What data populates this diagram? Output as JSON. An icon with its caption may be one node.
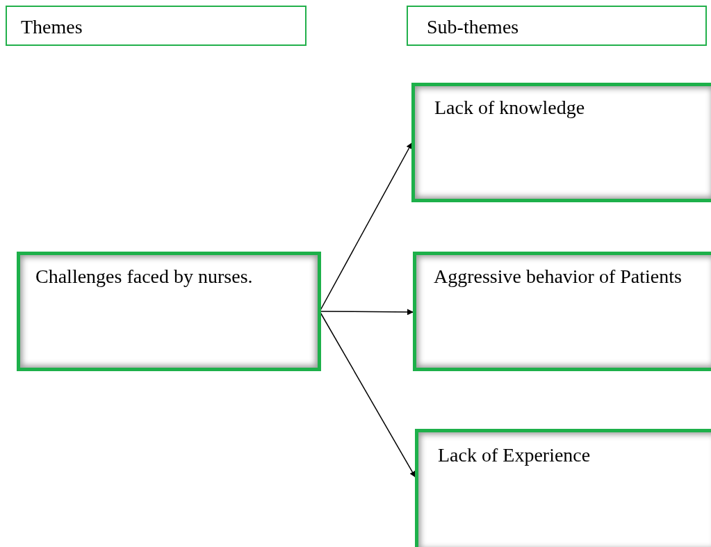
{
  "diagram": {
    "nodes": [
      {
        "text": [
          "Themes"
        ]
      },
      {
        "text": [
          "Sub-themes"
        ]
      },
      {
        "text": [
          "Challenges faced by nurses."
        ]
      },
      {
        "text": [
          "Lack of knowledge"
        ]
      },
      {
        "text": [
          "Aggressive behavior of Patients"
        ]
      },
      {
        "text": [
          "Lack of Experience"
        ]
      }
    ],
    "edges": [
      {
        "from": 2,
        "to": 3,
        "arrow": "to"
      },
      {
        "from": 2,
        "to": 4,
        "arrow": "to"
      },
      {
        "from": 2,
        "to": 5,
        "arrow": "to"
      }
    ]
  }
}
